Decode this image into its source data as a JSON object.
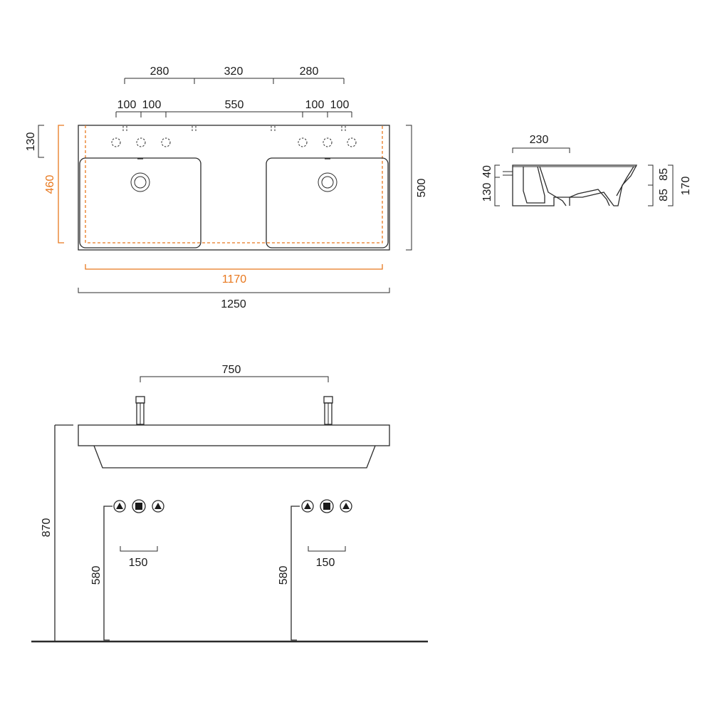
{
  "colors": {
    "line": "#2b2b2b",
    "accent": "#e8781e",
    "text": "#1a1a1a"
  },
  "plan_view": {
    "top_dims": [
      "280",
      "320",
      "280"
    ],
    "hole_dims": [
      "100",
      "100",
      "550",
      "100",
      "100"
    ],
    "left_dim_top": "130",
    "left_dim_inner": "460",
    "right_dim": "500",
    "inner_width": "1170",
    "overall_width": "1250"
  },
  "side_view": {
    "depth": "230",
    "left_top": "40",
    "left_bottom": "130",
    "right_top": "85",
    "right_bottom": "85",
    "right_total": "170"
  },
  "front_view": {
    "tap_spacing": "750",
    "total_height": "870",
    "left_drain_height": "580",
    "right_drain_height": "580",
    "left_valve_spacing": "150",
    "right_valve_spacing": "150"
  }
}
